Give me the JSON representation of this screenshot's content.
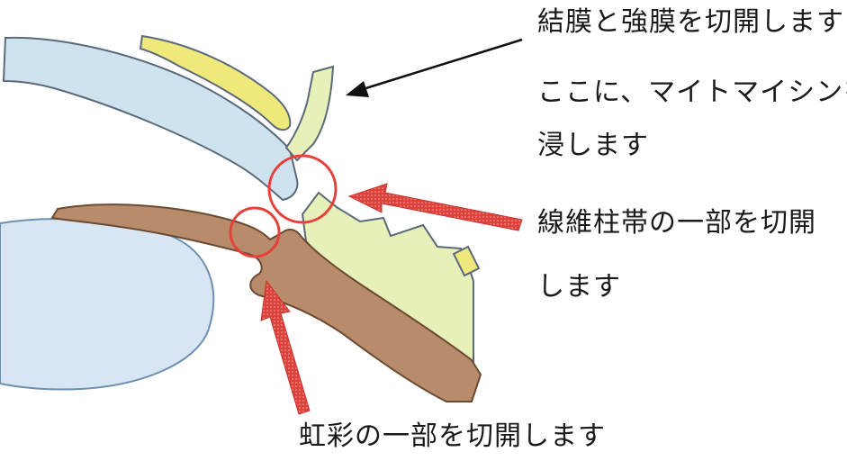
{
  "annotations": {
    "conjunctiva_sclera": {
      "lines": [
        "結膜と強膜を切開します",
        "ここに、マイトマイシンを",
        "浸します"
      ]
    },
    "trabecular": {
      "lines": [
        "線維柱帯の一部を切開",
        "します"
      ]
    },
    "iris": {
      "text": "虹彩の一部を切開します"
    }
  },
  "colors": {
    "cornea": "#cfe3ef",
    "lens": "#d7e6f2",
    "iris": "#b88b6a",
    "sclera": "#e6f0b8",
    "conjunctiva": "#efe97c",
    "outline": "#5a6a7a",
    "circle": "#e5403a",
    "red_arrow": "#e0413b",
    "black_arrow": "#111111"
  }
}
